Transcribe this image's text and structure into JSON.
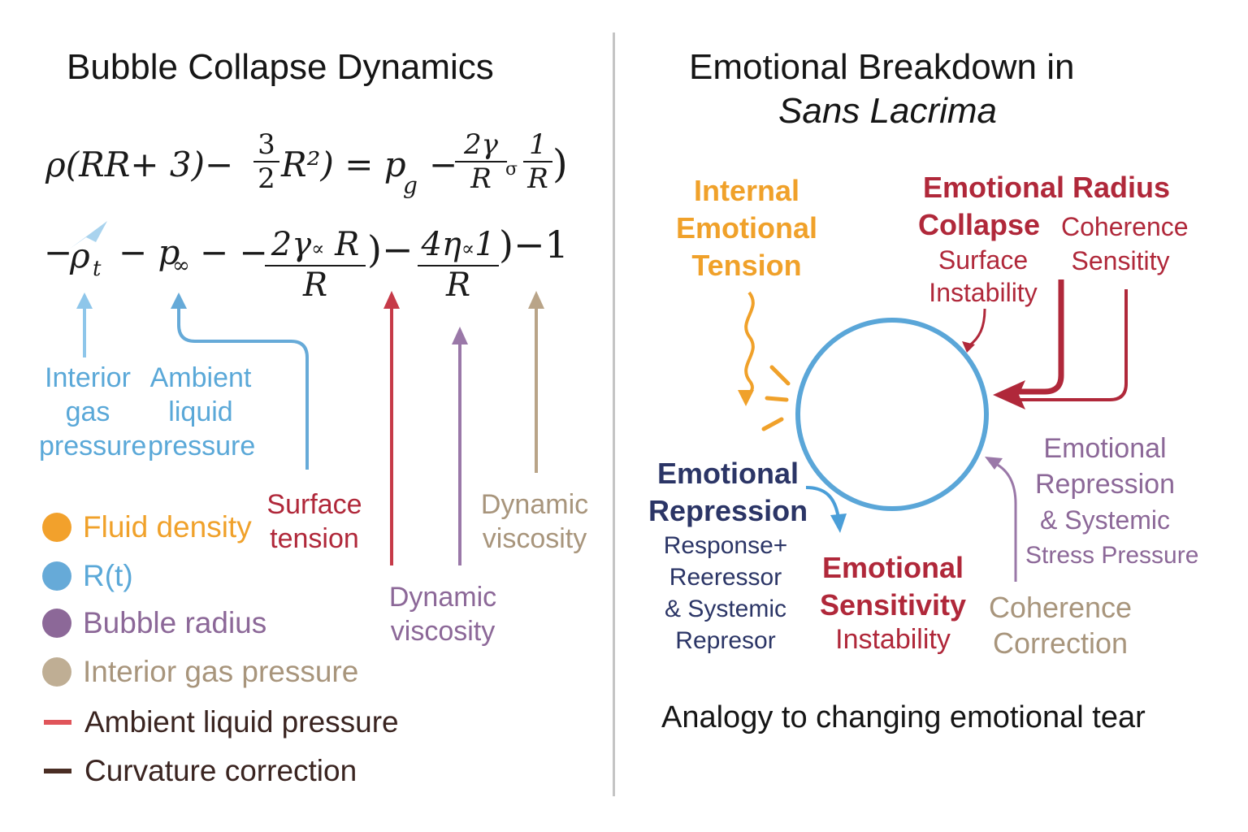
{
  "left": {
    "title": "Bubble Collapse Dynamics",
    "equation": {
      "line1_a": "ρ(RR+ 3)−",
      "line1_f1_num": "3",
      "line1_f1_den": "2",
      "line1_b": "R²) = p",
      "line1_sub_g": "g",
      "line1_c": "−",
      "line1_f2_num": "2γ",
      "line1_f2_den": "R",
      "line1_sigma": "σ",
      "line1_f3_num": "1",
      "line1_f3_den": "R",
      "line1_close": ")",
      "line2_a": "−",
      "line2_rho": "ρ",
      "line2_sub_t": "t",
      "line2_b": "− p",
      "line2_inf": "∞",
      "line2_c": "− −",
      "line2_f1_num": "2γ",
      "line2_f1_sub": "∝",
      "line2_f1_numR": "R",
      "line2_f1_den": "R",
      "line2_d": ")−",
      "line2_f2_num": "4η",
      "line2_f2_sub": "∝",
      "line2_f2_num1": "1",
      "line2_f2_den": "R",
      "line2_e": ")−1"
    },
    "labels": {
      "interior": [
        "Interior",
        "gas",
        "pressure"
      ],
      "ambient": [
        "Ambient",
        "liquid",
        "pressure"
      ],
      "surface": [
        "Surface",
        "tension"
      ],
      "dynamic1": [
        "Dynamic",
        "viscosity"
      ],
      "dynamic2": [
        "Dynamic",
        "viscosity"
      ]
    },
    "legend": [
      {
        "label": "Fluid density",
        "marker": "dot",
        "color": "#f2a12c"
      },
      {
        "label": "R(t)",
        "marker": "dot",
        "color": "#66aad8"
      },
      {
        "label": "Bubble radius",
        "marker": "dot",
        "color": "#8c6898"
      },
      {
        "label": "Interior gas pressure",
        "marker": "dot",
        "color": "#bfae94"
      },
      {
        "label": "Ambient liquid pressure",
        "marker": "bar",
        "color": "#e0555a"
      },
      {
        "label": "Curvature correction",
        "marker": "bar",
        "color": "#4a2e24"
      }
    ]
  },
  "right": {
    "title_line1": "Emotional Breakdown in",
    "title_line2": "Sans Lacrima",
    "internal": [
      "Internal",
      "Emotional",
      "Tension"
    ],
    "radius_head": "Emotional Radius",
    "collapse": "Collapse",
    "surface_inst": [
      "Surface",
      "Instability"
    ],
    "coherence_sens": [
      "Coherence",
      "Sensitity"
    ],
    "repression_head": [
      "Emotional",
      "Repression"
    ],
    "repression_sub": [
      "Response+",
      "Reeressor",
      "& Systemic",
      "Represor"
    ],
    "sensitivity_head": [
      "Emotional",
      "Sensitivity"
    ],
    "sensitivity_sub": "Instability",
    "stress": [
      "Emotional",
      "Repression",
      "& Systemic",
      "Stress Pressure"
    ],
    "coherence_corr": [
      "Coherence",
      "Correction"
    ],
    "footer": "Analogy to changing emotional tear"
  }
}
